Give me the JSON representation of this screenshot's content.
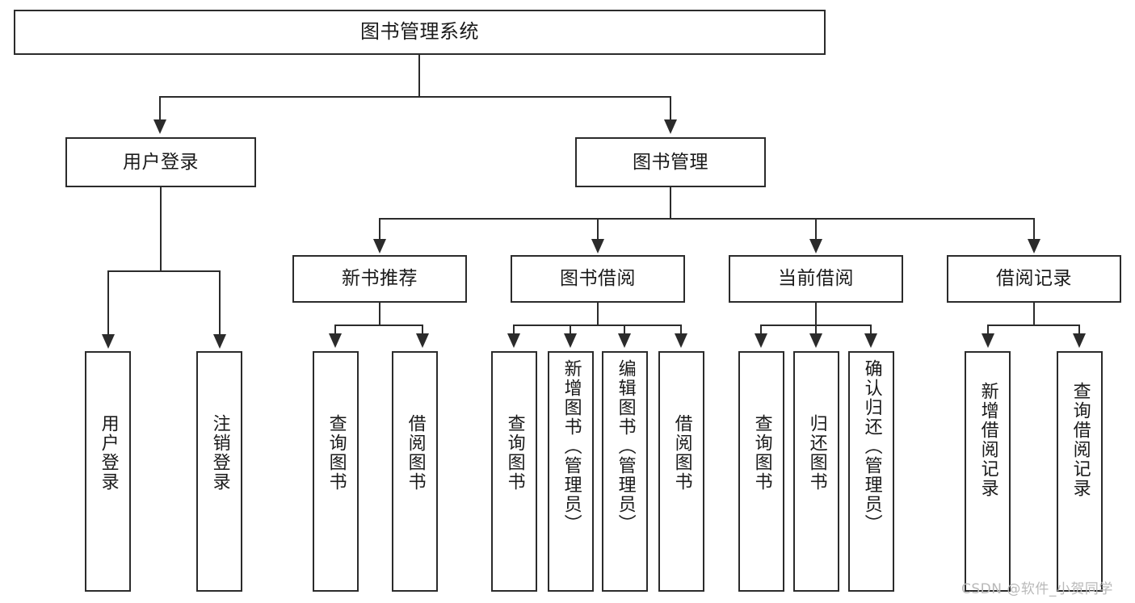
{
  "diagram": {
    "type": "tree-hierarchy-chart",
    "title": "图书管理系统",
    "root": {
      "id": "root",
      "label": "图书管理系统"
    },
    "level2": [
      {
        "id": "user-login",
        "label": "用户登录"
      },
      {
        "id": "book-management",
        "label": "图书管理"
      }
    ],
    "level3": [
      {
        "id": "new-book-recommend",
        "label": "新书推荐",
        "parent": "book-management"
      },
      {
        "id": "book-borrow",
        "label": "图书借阅",
        "parent": "book-management"
      },
      {
        "id": "current-borrow",
        "label": "当前借阅",
        "parent": "book-management"
      },
      {
        "id": "borrow-record",
        "label": "借阅记录",
        "parent": "book-management"
      }
    ],
    "leaves": [
      {
        "id": "leaf-user-login",
        "label": "用户登录",
        "parent": "user-login"
      },
      {
        "id": "leaf-logout-login",
        "label": "注销登录",
        "parent": "user-login"
      },
      {
        "id": "leaf-query-book-1",
        "label": "查询图书",
        "parent": "new-book-recommend"
      },
      {
        "id": "leaf-borrow-book-1",
        "label": "借阅图书",
        "parent": "new-book-recommend"
      },
      {
        "id": "leaf-query-book-2",
        "label": "查询图书",
        "parent": "book-borrow"
      },
      {
        "id": "leaf-add-book",
        "label": "新增图书（管理员）",
        "parent": "book-borrow"
      },
      {
        "id": "leaf-edit-book",
        "label": "编辑图书（管理员）",
        "parent": "book-borrow"
      },
      {
        "id": "leaf-borrow-book-2",
        "label": "借阅图书",
        "parent": "book-borrow"
      },
      {
        "id": "leaf-query-book-3",
        "label": "查询图书",
        "parent": "current-borrow"
      },
      {
        "id": "leaf-return-book",
        "label": "归还图书",
        "parent": "current-borrow"
      },
      {
        "id": "leaf-confirm-return",
        "label": "确认归还（管理员）",
        "parent": "current-borrow"
      },
      {
        "id": "leaf-add-record",
        "label": "新增借阅记录",
        "parent": "borrow-record"
      },
      {
        "id": "leaf-query-record",
        "label": "查询借阅记录",
        "parent": "borrow-record"
      }
    ],
    "colors": {
      "stroke": "#2b2b2b",
      "fill": "#ffffff",
      "text": "#1a1a1a",
      "watermark": "#b9b9b9"
    }
  },
  "watermark": {
    "text": "CSDN @软件_小贺同学"
  }
}
